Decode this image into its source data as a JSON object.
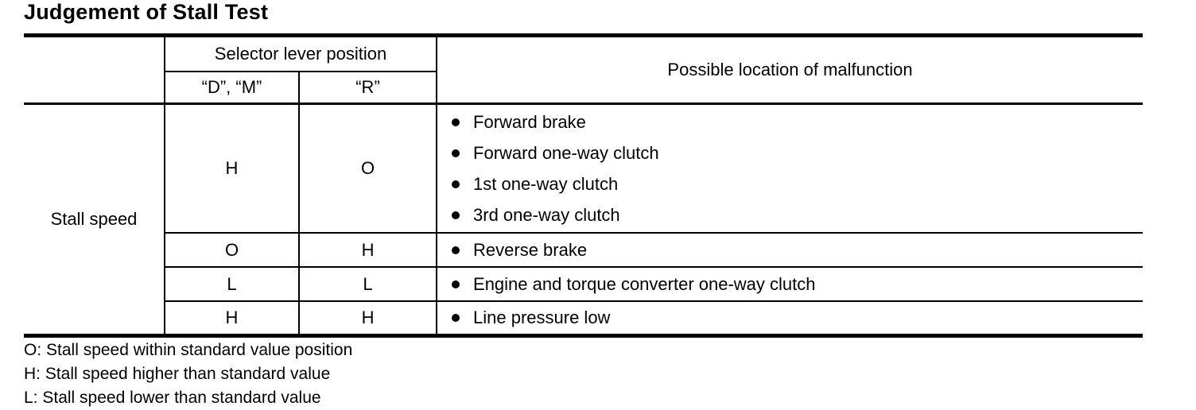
{
  "title": "Judgement of Stall Test",
  "table": {
    "header": {
      "selector_group": "Selector lever position",
      "col_dm": "“D”, “M”",
      "col_r": "“R”",
      "malfunction": "Possible location of malfunction"
    },
    "row_label": "Stall speed",
    "rows": [
      {
        "dm": "H",
        "r": "O",
        "malfunctions": [
          "Forward brake",
          "Forward one-way clutch",
          "1st one-way clutch",
          "3rd one-way clutch"
        ]
      },
      {
        "dm": "O",
        "r": "H",
        "malfunctions": [
          "Reverse brake"
        ]
      },
      {
        "dm": "L",
        "r": "L",
        "malfunctions": [
          "Engine and torque converter one-way clutch"
        ]
      },
      {
        "dm": "H",
        "r": "H",
        "malfunctions": [
          "Line pressure low"
        ]
      }
    ]
  },
  "notes": [
    "O: Stall speed within standard value position",
    "H: Stall speed higher than standard value",
    "L: Stall speed lower than standard value"
  ]
}
